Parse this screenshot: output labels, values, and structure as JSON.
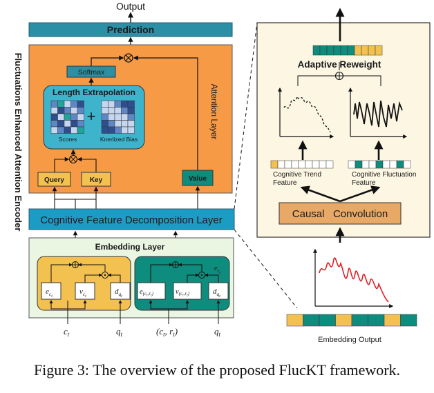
{
  "encoder": {
    "side_label": "Fluctuations Enhanced Attention Encoder",
    "output_label": "Output",
    "prediction_label": "Prediction",
    "attention_layer_label": "Attention Layer",
    "softmax_label": "Softmax",
    "length_extrapolation_label": "Length Extrapolation",
    "scores_label": "Scores",
    "kernel_bias_label": "Knerlized Bias",
    "plus_symbol": "+",
    "query_label": "Query",
    "key_label": "Key",
    "value_label": "Value",
    "decomposition_label": "Cognitive Feature Decomposition Layer",
    "embedding_layer_label": "Embedding Layer"
  },
  "embedding": {
    "box1": {
      "e": "e",
      "e_sub": "c",
      "e_subsub": "t",
      "v": "v",
      "v_sub": "c",
      "v_subsub": "t",
      "d": "d",
      "d_sub": "q",
      "d_subsub": "t"
    },
    "box2": {
      "e": "e",
      "e_sub": "(c",
      "e_subsub": "t",
      "e_sub2": ",r",
      "e_subsub2": "t",
      "e_close": ")",
      "v": "v",
      "v_sub": "(c",
      "v_subsub": "t",
      "v_sub2": ",r",
      "v_subsub2": "t",
      "v_close": ")",
      "d": "d",
      "d_sub": "q",
      "d_subsub": "t",
      "er": "e",
      "er_sub": "r",
      "er_subsub": "t"
    },
    "inputs": {
      "ct": "c",
      "ct_sub": "t",
      "qt1": "q",
      "qt1_sub": "t",
      "pair_open": "(c",
      "pair_sub1": "t",
      "pair_mid": ", r",
      "pair_sub2": "t",
      "pair_close": ")",
      "qt2": "q",
      "qt2_sub": "t"
    }
  },
  "detail": {
    "adaptive_reweight_label": "Adaptive Reweight",
    "trend_feature_label_1": "Cognitive Trend",
    "trend_feature_label_2": "Feature",
    "fluct_feature_label_1": "Cognitive Fluctuation",
    "fluct_feature_label_2": "Feature",
    "causal_conv_label": "Causal   Convolution",
    "embedding_output_label": "Embedding Output"
  },
  "caption": "Figure 3: The overview of the proposed FlucKT framework.",
  "colors": {
    "orange": "#F79A46",
    "teal_bar": "#2B8FA6",
    "teal_dark": "#0E8C7D",
    "yellow": "#F3C150",
    "light_green": "#EAF5E2",
    "panel_cream": "#FCF6E3",
    "causal": "#E8A866",
    "heat_light": "#C4D6F0",
    "heat_mid": "#5E87C8",
    "heat_dark": "#2E4F8E",
    "heat_teal": "#1FA59A",
    "red": "#E31E24"
  }
}
